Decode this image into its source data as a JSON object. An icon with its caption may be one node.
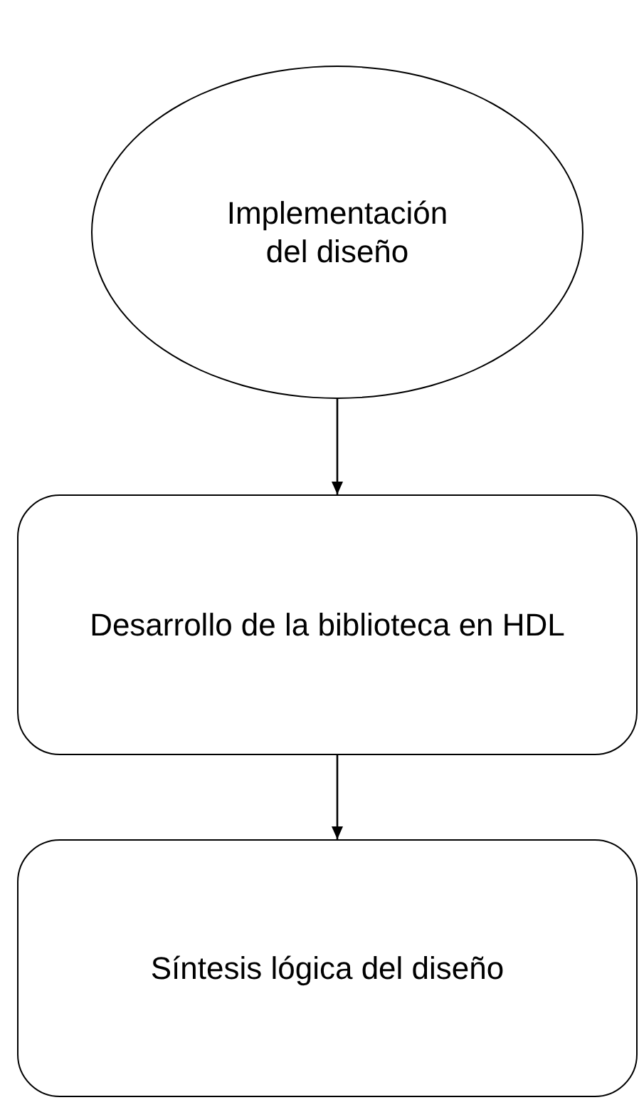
{
  "diagram": {
    "nodes": [
      {
        "text": [
          "Implementación del diseño"
        ]
      },
      {
        "text": [
          "Desarrollo de la biblioteca en HDL"
        ]
      },
      {
        "text": [
          "Síntesis lógica del diseño"
        ]
      }
    ],
    "edges": [
      {
        "from": 0,
        "to": 1,
        "arrow": "to"
      },
      {
        "from": 1,
        "to": 2,
        "arrow": "to"
      }
    ]
  }
}
